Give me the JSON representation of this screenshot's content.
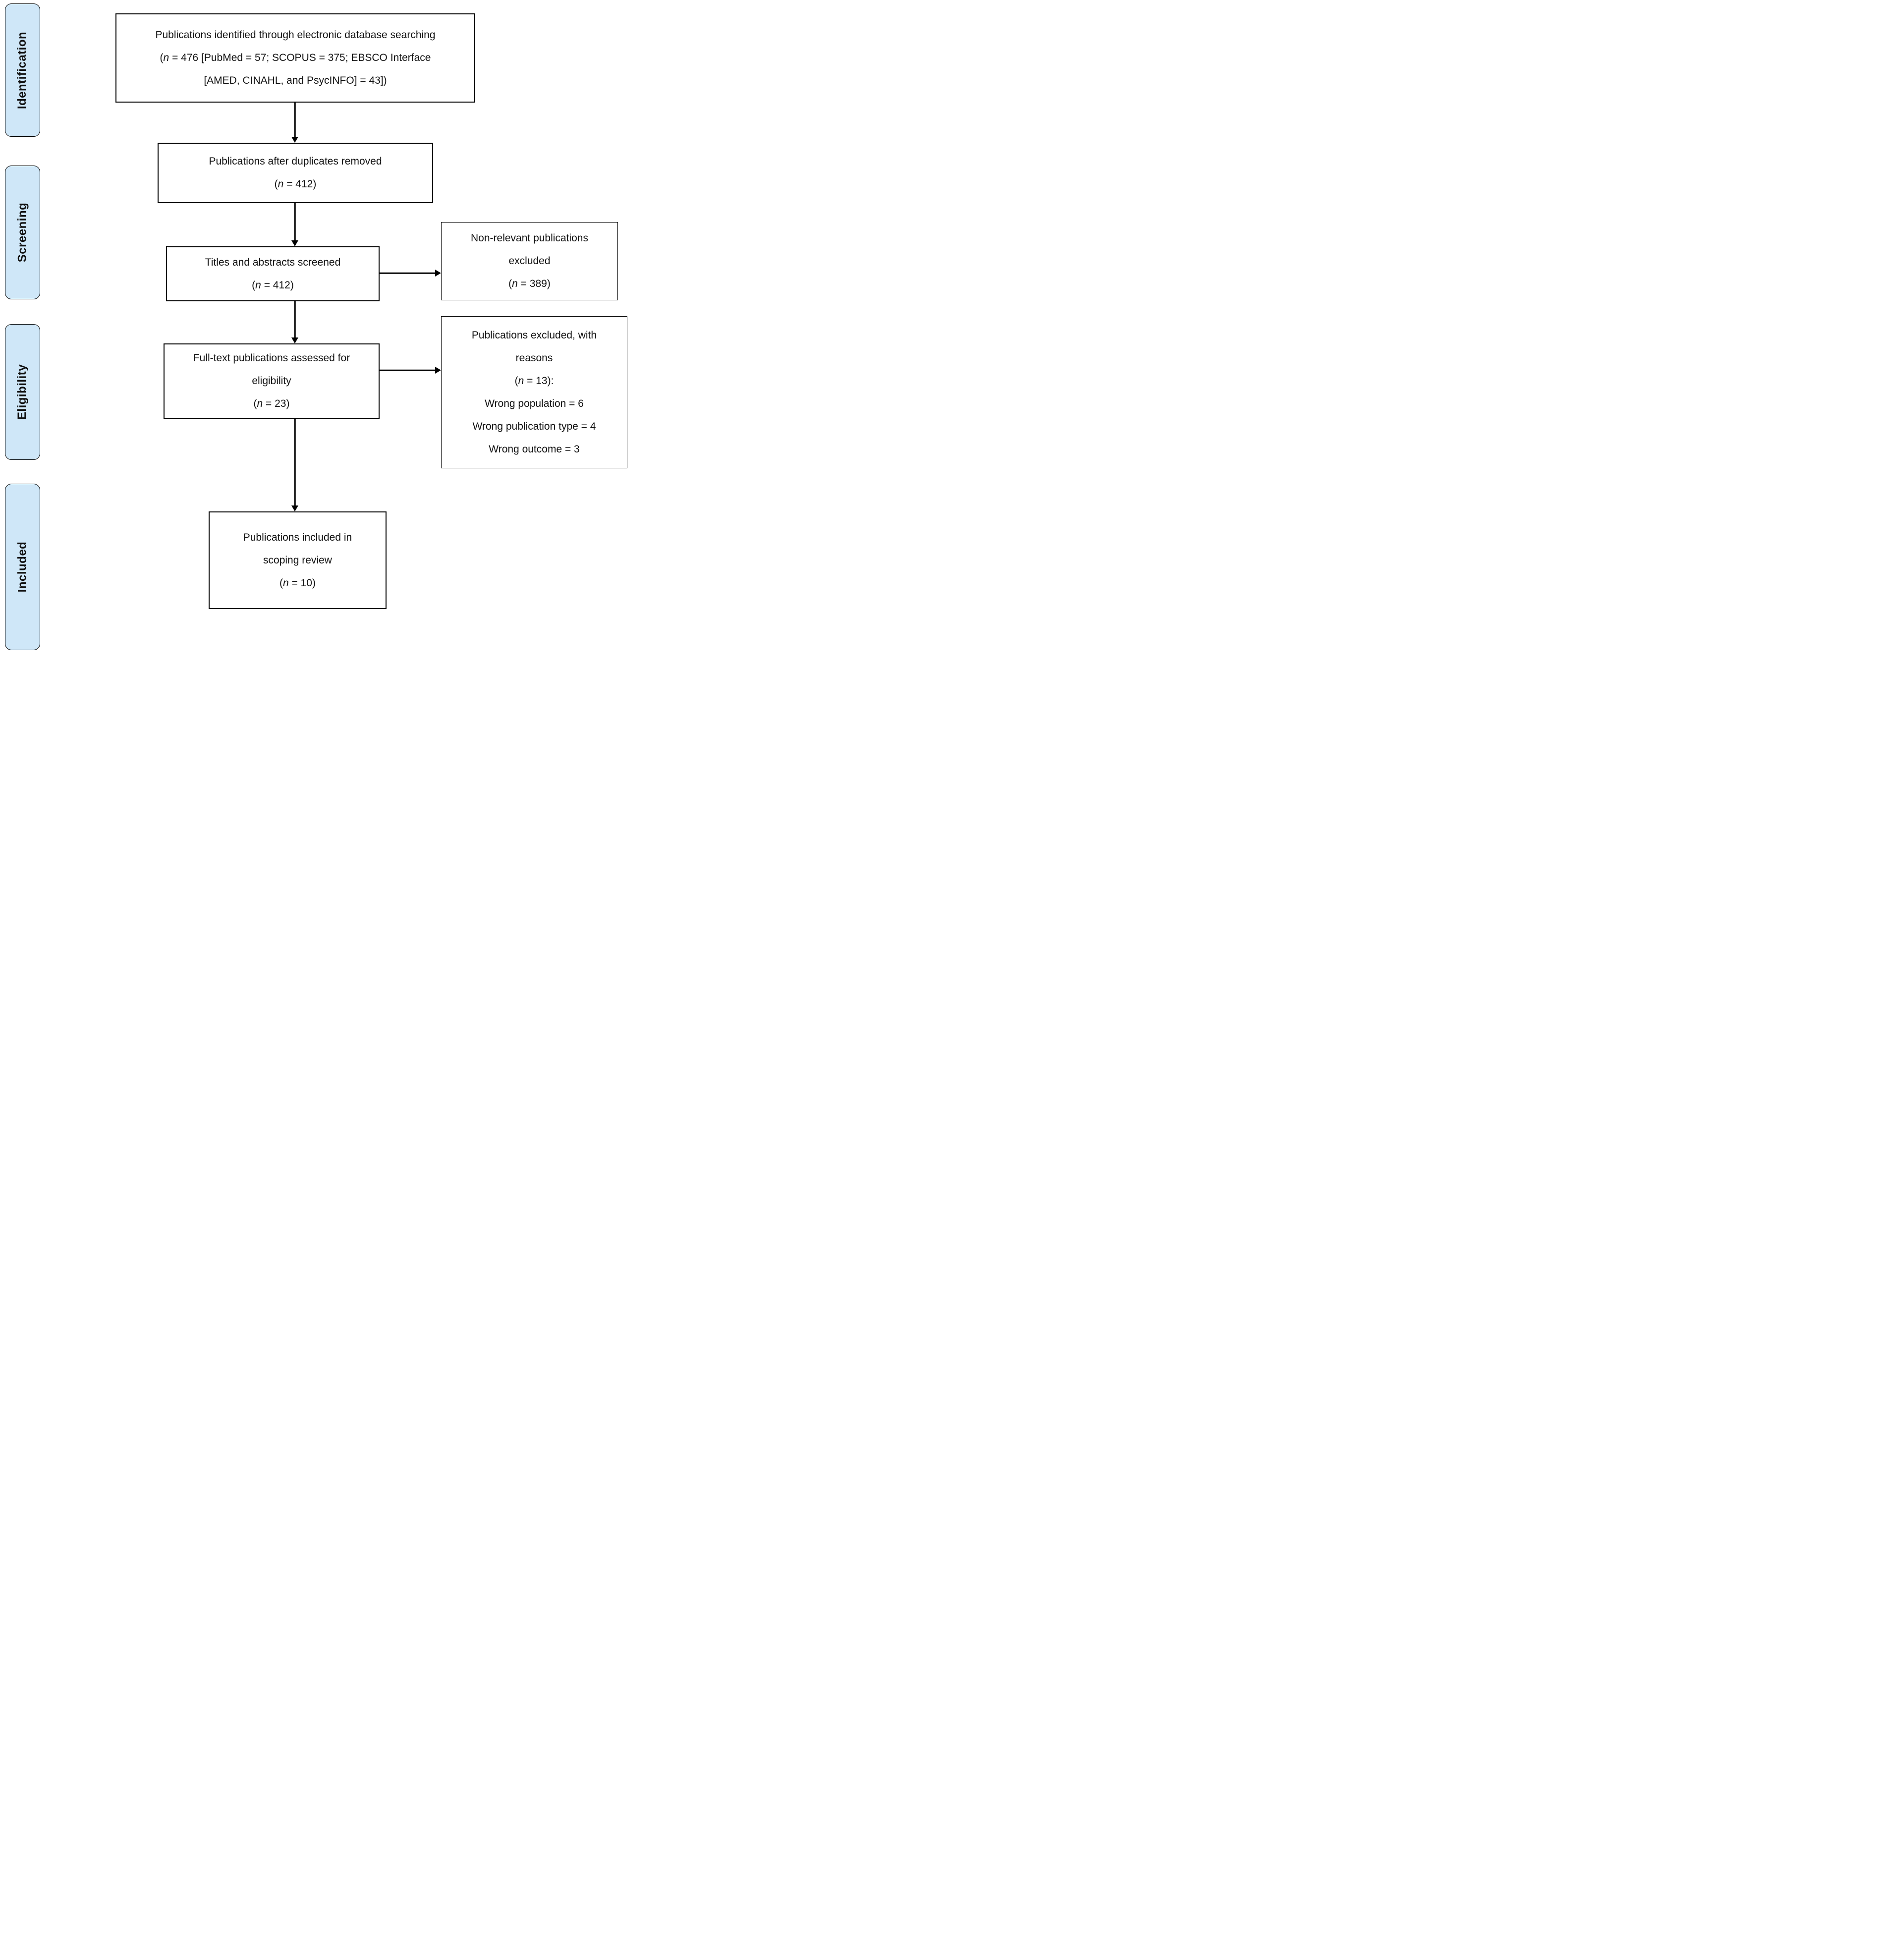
{
  "diagram": {
    "title": "PRISMA-style publication selection flow",
    "stages": [
      {
        "id": "identification",
        "label": "Identification"
      },
      {
        "id": "screening",
        "label": "Screening"
      },
      {
        "id": "eligibility",
        "label": "Eligibility"
      },
      {
        "id": "included",
        "label": "Included"
      }
    ],
    "boxes": {
      "identified": {
        "lines": [
          "Publications identified through electronic database searching",
          "(n = 476 [PubMed = 57; SCOPUS = 375; EBSCO Interface",
          "[AMED, CINAHL, and PsycINFO] = 43])"
        ]
      },
      "duplicates_removed": {
        "lines": [
          "Publications after duplicates removed",
          "(n = 412)"
        ]
      },
      "screened": {
        "lines": [
          "Titles and abstracts screened",
          "(n = 412)"
        ]
      },
      "full_text": {
        "lines": [
          "Full-text publications assessed for",
          "eligibility",
          "(n = 23)"
        ]
      },
      "included": {
        "lines": [
          "Publications included in",
          "scoping review",
          "(n = 10)"
        ]
      },
      "excluded_non_relevant": {
        "lines": [
          "Non-relevant publications",
          "excluded",
          "(n = 389)"
        ]
      },
      "excluded_reasons": {
        "lines": [
          "Publications excluded, with",
          "reasons",
          "(n = 13):",
          "Wrong population = 6",
          "Wrong publication type = 4",
          "Wrong outcome = 3"
        ]
      }
    },
    "colors": {
      "stage_fill": "#cfe7f8",
      "stage_border": "#000000",
      "box_border": "#000000",
      "text": "#111111",
      "background": "#ffffff"
    }
  }
}
